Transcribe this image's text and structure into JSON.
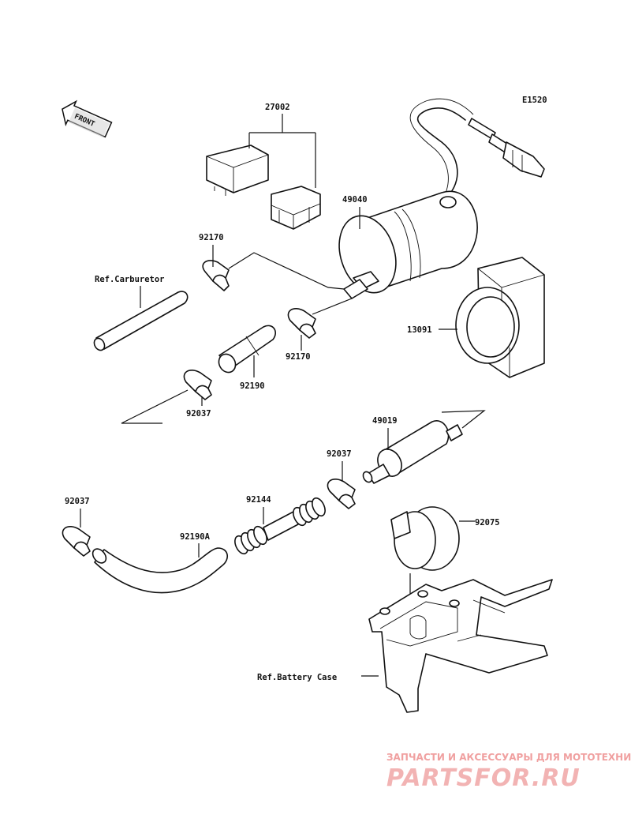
{
  "diagram_code": "E1520",
  "front_label": "FRONT",
  "parts": {
    "p27002": "27002",
    "p49040": "49040",
    "p92170a": "92170",
    "p92170b": "92170",
    "p13091": "13091",
    "p92190": "92190",
    "p92037a": "92037",
    "p49019": "49019",
    "p92037b": "92037",
    "p92037c": "92037",
    "p92144": "92144",
    "p92075": "92075",
    "p92190a": "92190A"
  },
  "refs": {
    "carburetor": "Ref.Carburetor",
    "battery_case": "Ref.Battery Case"
  },
  "watermark": {
    "tagline": "ЗАПЧАСТИ И АКСЕССУАРЫ ДЛЯ МОТОТЕХНИКИ",
    "logo": "PARTSFOR.RU"
  }
}
